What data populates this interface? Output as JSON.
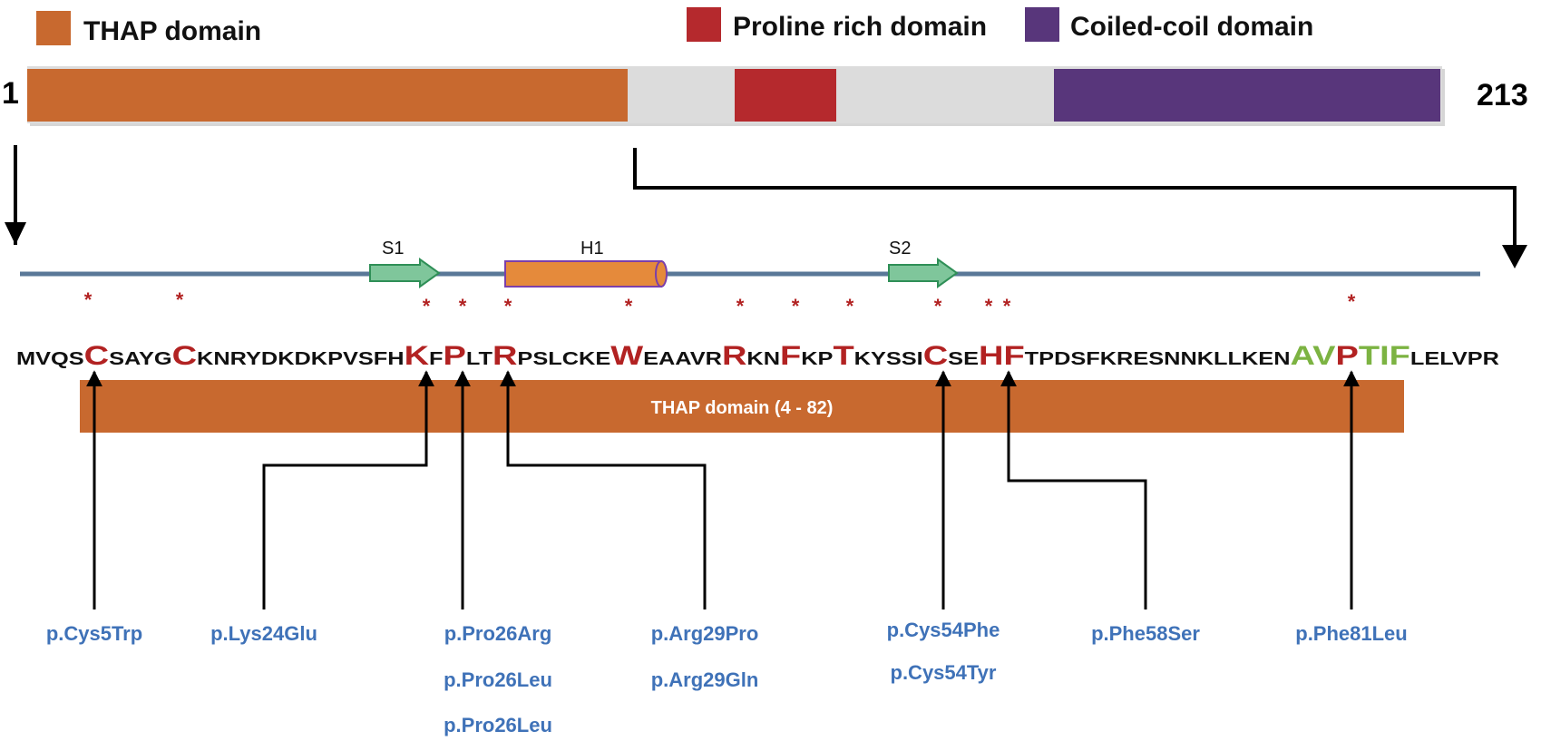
{
  "colors": {
    "thap": "#c8692f",
    "proline": "#b5292d",
    "coiled": "#58367b",
    "track": "#dcdcdc",
    "sequence_line": "#5a7898",
    "strand_fill": "#7fc69b",
    "strand_stroke": "#2f8f57",
    "helix_fill": "#e58a3b",
    "helix_stroke": "#7b3faa",
    "highlight_red": "#b22222",
    "highlight_green": "#7cb342",
    "mutation_text": "#3f72b8"
  },
  "legend": [
    {
      "label": "THAP domain",
      "color": "#c8692f"
    },
    {
      "label": "Proline rich domain",
      "color": "#b5292d"
    },
    {
      "label": "Coiled-coil domain",
      "color": "#58367b"
    }
  ],
  "protein": {
    "start_label": "1",
    "end_label": "213",
    "domains": [
      {
        "name": "THAP domain",
        "start": 1,
        "end": 90,
        "color": "#c8692f"
      },
      {
        "name": "Proline rich domain",
        "start": 107,
        "end": 122,
        "color": "#b5292d"
      },
      {
        "name": "Coiled-coil domain",
        "start": 154,
        "end": 210,
        "color": "#58367b"
      }
    ]
  },
  "secondary_structure": [
    {
      "type": "strand",
      "label": "S1"
    },
    {
      "type": "helix",
      "label": "H1"
    },
    {
      "type": "strand",
      "label": "S2"
    }
  ],
  "sequence": [
    {
      "text": "MVQS",
      "style": "normal"
    },
    {
      "text": "C",
      "style": "red"
    },
    {
      "text": "SAYG",
      "style": "normal"
    },
    {
      "text": "C",
      "style": "red"
    },
    {
      "text": "KNRYDKDKPVSFH",
      "style": "normal"
    },
    {
      "text": "K",
      "style": "red"
    },
    {
      "text": "F",
      "style": "normal"
    },
    {
      "text": "P",
      "style": "red"
    },
    {
      "text": "LT",
      "style": "normal"
    },
    {
      "text": "R",
      "style": "red"
    },
    {
      "text": "PSLCKE",
      "style": "normal"
    },
    {
      "text": "W",
      "style": "red"
    },
    {
      "text": "EAAVR",
      "style": "normal"
    },
    {
      "text": "R",
      "style": "red"
    },
    {
      "text": "KN",
      "style": "normal"
    },
    {
      "text": "F",
      "style": "red"
    },
    {
      "text": "KP",
      "style": "normal"
    },
    {
      "text": "T",
      "style": "red"
    },
    {
      "text": "KYSSI",
      "style": "normal"
    },
    {
      "text": "C",
      "style": "red"
    },
    {
      "text": "SE",
      "style": "normal"
    },
    {
      "text": "HF",
      "style": "red"
    },
    {
      "text": "TPDSFKRESNNKLLKEN",
      "style": "normal"
    },
    {
      "text": "AV",
      "style": "green"
    },
    {
      "text": "P",
      "style": "red"
    },
    {
      "text": "TIF",
      "style": "green"
    },
    {
      "text": "LELVPR",
      "style": "normal"
    }
  ],
  "conserved_marker": "*",
  "thap_bar_label": "THAP domain (4 - 82)",
  "mutations": [
    {
      "labels": [
        "p.Cys5Trp"
      ]
    },
    {
      "labels": [
        "p.Lys24Glu"
      ]
    },
    {
      "labels": [
        "p.Pro26Arg",
        "p.Pro26Leu",
        "p.Pro26Leu"
      ]
    },
    {
      "labels": [
        "p.Arg29Pro",
        "p.Arg29Gln"
      ]
    },
    {
      "labels": [
        "p.Cys54Phe",
        "p.Cys54Tyr"
      ]
    },
    {
      "labels": [
        "p.Phe58Ser"
      ]
    },
    {
      "labels": [
        "p.Phe81Leu"
      ]
    }
  ]
}
